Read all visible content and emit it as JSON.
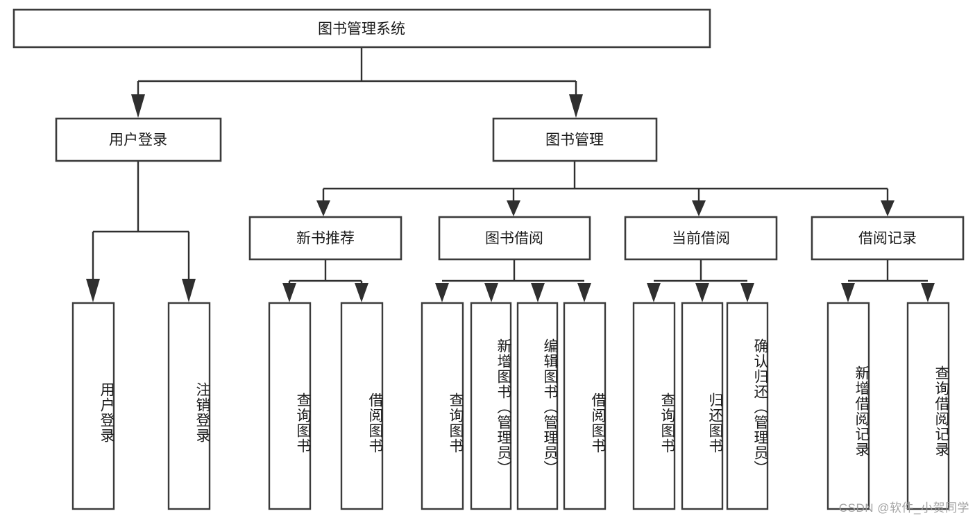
{
  "diagram": {
    "type": "tree-hierarchy",
    "title": "图书管理系统",
    "root": {
      "id": "root",
      "label": "图书管理系统",
      "orientation": "horizontal"
    },
    "level1": [
      {
        "id": "user-login",
        "label": "用户登录",
        "orientation": "horizontal"
      },
      {
        "id": "book-management",
        "label": "图书管理",
        "orientation": "horizontal"
      }
    ],
    "level2": [
      {
        "id": "new-book-recommend",
        "label": "新书推荐",
        "parent": "book-management",
        "orientation": "horizontal"
      },
      {
        "id": "book-borrow",
        "label": "图书借阅",
        "parent": "book-management",
        "orientation": "horizontal"
      },
      {
        "id": "current-borrow",
        "label": "当前借阅",
        "parent": "book-management",
        "orientation": "horizontal"
      },
      {
        "id": "borrow-record",
        "label": "借阅记录",
        "parent": "book-management",
        "orientation": "horizontal"
      }
    ],
    "leaves": [
      {
        "id": "leaf-user-login",
        "label": "用户登录",
        "parent": "user-login",
        "orientation": "vertical"
      },
      {
        "id": "leaf-logout",
        "label": "注销登录",
        "parent": "user-login",
        "orientation": "vertical"
      },
      {
        "id": "leaf-query-book-1",
        "label": "查询图书",
        "parent": "new-book-recommend",
        "orientation": "vertical"
      },
      {
        "id": "leaf-borrow-book-1",
        "label": "借阅图书",
        "parent": "new-book-recommend",
        "orientation": "vertical"
      },
      {
        "id": "leaf-query-book-2",
        "label": "查询图书",
        "parent": "book-borrow",
        "orientation": "vertical"
      },
      {
        "id": "leaf-add-book",
        "label": "新增图书（管理员）",
        "parent": "book-borrow",
        "orientation": "vertical"
      },
      {
        "id": "leaf-edit-book",
        "label": "编辑图书（管理员）",
        "parent": "book-borrow",
        "orientation": "vertical"
      },
      {
        "id": "leaf-borrow-book-2",
        "label": "借阅图书",
        "parent": "book-borrow",
        "orientation": "vertical"
      },
      {
        "id": "leaf-query-book-3",
        "label": "查询图书",
        "parent": "current-borrow",
        "orientation": "vertical"
      },
      {
        "id": "leaf-return-book",
        "label": "归还图书",
        "parent": "current-borrow",
        "orientation": "vertical"
      },
      {
        "id": "leaf-confirm-return",
        "label": "确认归还（管理员）",
        "parent": "current-borrow",
        "orientation": "vertical"
      },
      {
        "id": "leaf-add-record",
        "label": "新增借阅记录",
        "parent": "borrow-record",
        "orientation": "vertical"
      },
      {
        "id": "leaf-query-record",
        "label": "查询借阅记录",
        "parent": "borrow-record",
        "orientation": "vertical"
      }
    ],
    "colors": {
      "box_stroke": "#3b3b3b",
      "connector": "#2f2f2f",
      "background": "#ffffff",
      "text": "#1a1a1a",
      "watermark": "#9b9b9b"
    }
  },
  "watermark": {
    "text": "CSDN @软件_小贺同学"
  }
}
